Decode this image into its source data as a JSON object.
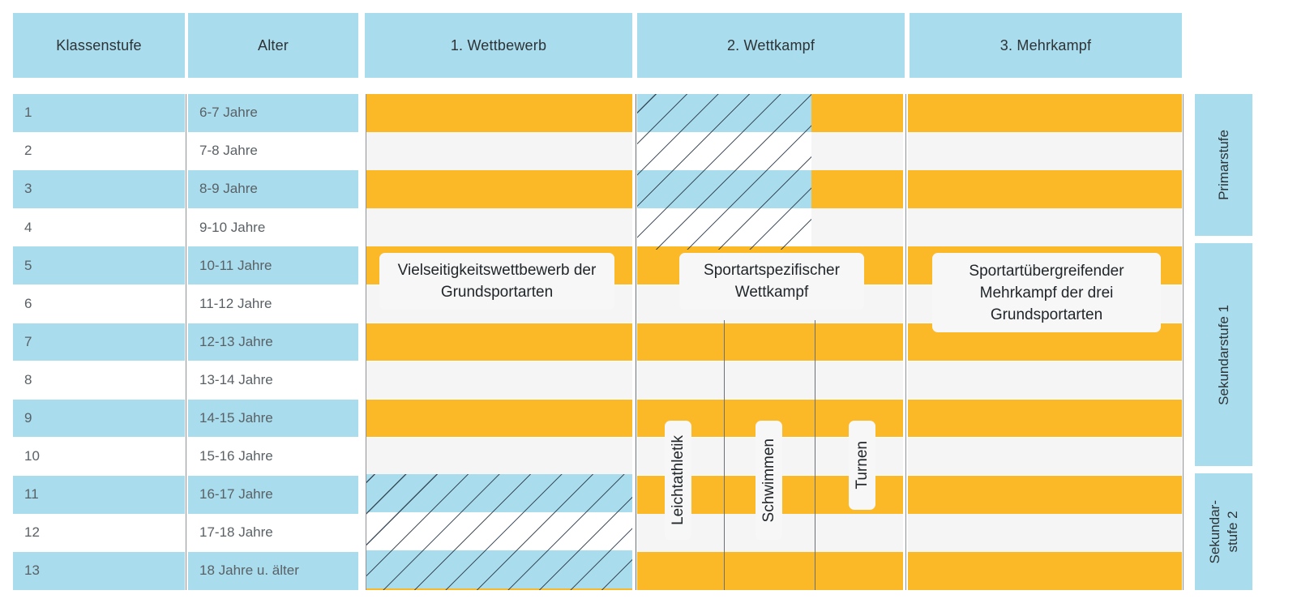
{
  "header": {
    "columns": [
      {
        "label": "Klassenstufe"
      },
      {
        "label": "Alter"
      },
      {
        "label": "1. Wettbewerb"
      },
      {
        "label": "2. Wettkampf"
      },
      {
        "label": "3. Mehrkampf"
      }
    ]
  },
  "rows": [
    {
      "grade": "1",
      "age": "6-7 Jahre"
    },
    {
      "grade": "2",
      "age": "7-8 Jahre"
    },
    {
      "grade": "3",
      "age": "8-9 Jahre"
    },
    {
      "grade": "4",
      "age": "9-10 Jahre"
    },
    {
      "grade": "5",
      "age": "10-11 Jahre"
    },
    {
      "grade": "6",
      "age": "11-12 Jahre"
    },
    {
      "grade": "7",
      "age": "12-13 Jahre"
    },
    {
      "grade": "8",
      "age": "13-14 Jahre"
    },
    {
      "grade": "9",
      "age": "14-15 Jahre"
    },
    {
      "grade": "10",
      "age": "15-16 Jahre"
    },
    {
      "grade": "11",
      "age": "16-17 Jahre"
    },
    {
      "grade": "12",
      "age": "17-18 Jahre"
    },
    {
      "grade": "13",
      "age": "18 Jahre u. älter"
    }
  ],
  "captions": {
    "col1": "Vielseitigkeitswettbewerb der Grundsportarten",
    "col2": "Sportartspezifischer Wettkampf",
    "col3": "Sportartübergreifender Mehrkampf der drei Grundsportarten"
  },
  "sports": [
    {
      "label": "Leichtathletik"
    },
    {
      "label": "Schwimmen"
    },
    {
      "label": "Turnen"
    }
  ],
  "stages": [
    {
      "label": "Primarstufe"
    },
    {
      "label": "Sekundarstufe 1"
    },
    {
      "label": "Sekundar-\nstufe 2"
    }
  ],
  "colors": {
    "blue": "#a9dcec",
    "orange": "#fbb928",
    "track": "#f5f5f5",
    "text": "#3b4043",
    "hatch_line": "#28374a"
  }
}
